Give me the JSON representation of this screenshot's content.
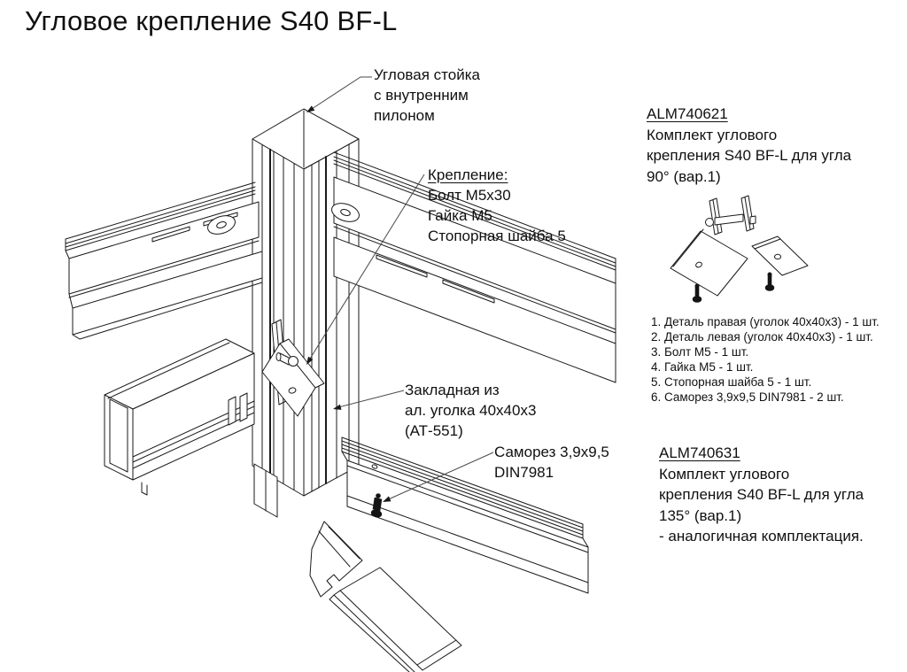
{
  "title": "Угловое крепление S40 BF-L",
  "diagram": {
    "labels": {
      "post": [
        "Угловая стойка",
        "с внутренним",
        "пилоном"
      ],
      "fastening_title": "Крепление:",
      "fastening": [
        "Болт M5x30",
        "Гайка M5",
        "Стопорная шайба 5"
      ],
      "embedded": [
        "Закладная из",
        "ал. уголка 40x40x3",
        "(АТ-551)"
      ],
      "screw": [
        "Саморез 3,9x9,5",
        "DIN7981"
      ]
    }
  },
  "kits": [
    {
      "code": "ALM740621",
      "description": [
        "Комплект углового",
        "крепления S40 BF-L для угла",
        "90° (вар.1)"
      ],
      "parts": [
        "1. Деталь правая (уголок 40x40x3) - 1 шт.",
        "2. Деталь левая (уголок 40x40x3) - 1 шт.",
        "3. Болт M5 - 1 шт.",
        "4. Гайка M5 - 1 шт.",
        "5. Стопорная шайба 5 - 1 шт.",
        "6. Саморез 3,9x9,5 DIN7981 - 2 шт."
      ]
    },
    {
      "code": "ALM740631",
      "description": [
        "Комплект углового",
        "крепления S40 BF-L для угла",
        "135° (вар.1)",
        "- аналогичная комплектация."
      ]
    }
  ],
  "colors": {
    "background": "#ffffff",
    "line": "#1a1a1a",
    "leader": "#4a4a4a",
    "text": "#101010"
  }
}
